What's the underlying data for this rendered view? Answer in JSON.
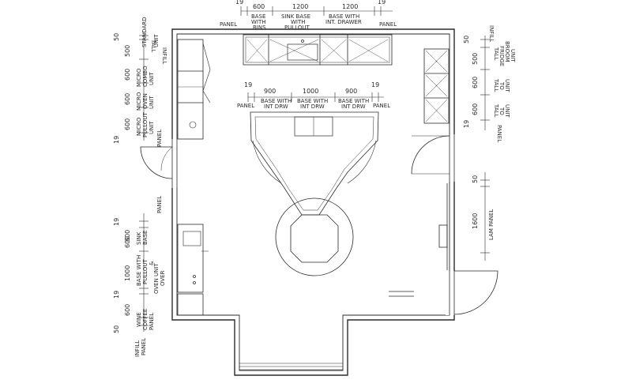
{
  "top_wall": {
    "dims": [
      "19",
      "600",
      "1200",
      "1200",
      "19"
    ],
    "labels": {
      "panel_left": "PANEL",
      "base_bins": [
        "BASE",
        "WITH",
        "BINS"
      ],
      "sink_base": [
        "SINK BASE",
        "WITH",
        "PULLOUT"
      ],
      "base_drawer": [
        "BASE WITH",
        "INT. DRAWER"
      ],
      "panel_right": "PANEL"
    }
  },
  "left_wall_upper": {
    "dims": [
      "50",
      "500",
      "600",
      "600",
      "600",
      "19"
    ],
    "labels": {
      "infill": "INFILL",
      "tall_standard": [
        "TALL",
        "STANDARD",
        "UNIT"
      ],
      "micro_combo": [
        "MICRO",
        "COMBO",
        "UNIT"
      ],
      "micro_oven": [
        "MICRO",
        "OVEN",
        "UNIT"
      ],
      "micro_pullout": [
        "MICRO",
        "PULLOUT",
        "UNIT"
      ],
      "panel": "PANEL"
    }
  },
  "right_wall_upper": {
    "dims": [
      "50",
      "500",
      "600",
      "600",
      "19"
    ],
    "labels": {
      "infill": "INFILL",
      "tall_fridge": [
        "TALL",
        "FRIDGE",
        "BROOM",
        "UNIT"
      ],
      "tall_unit_2": [
        "TALL",
        "TO",
        "UNIT"
      ],
      "tall_unit_3": [
        "TALL",
        "TO",
        "UNIT"
      ],
      "panel": "PANEL"
    }
  },
  "island": {
    "dims": [
      "19",
      "900",
      "1000",
      "900",
      "19"
    ],
    "labels": {
      "panel_left": "PANEL",
      "base_int_drw_1": [
        "BASE WITH",
        "INT DRW"
      ],
      "base_int_drw_2": [
        "BASE WITH",
        "INT DRW"
      ],
      "base_int_drw_3": [
        "BASE WITH",
        "INT DRW"
      ],
      "panel_right": "PANEL"
    }
  },
  "left_wall_lower": {
    "dims": [
      "19",
      "600",
      "600",
      "1000",
      "19",
      "600",
      "50"
    ],
    "labels": {
      "panel_top": "PANEL",
      "sink_base": [
        "SINK",
        "BASE"
      ],
      "base_pullout": [
        "BASE WITH",
        "PULLOUT",
        "&"
      ],
      "oven_unit": [
        "OVEN UNIT",
        "OVER"
      ],
      "wine_coffee": [
        "WINE",
        "COFFEE"
      ],
      "panel_bottom": "PANEL",
      "infill": "INFILL",
      "panel_bottom2": "PANEL"
    }
  },
  "right_wall_lower": {
    "dims": [
      "50",
      "1600"
    ],
    "labels": {
      "lam_panel": "LAM PANEL"
    }
  }
}
